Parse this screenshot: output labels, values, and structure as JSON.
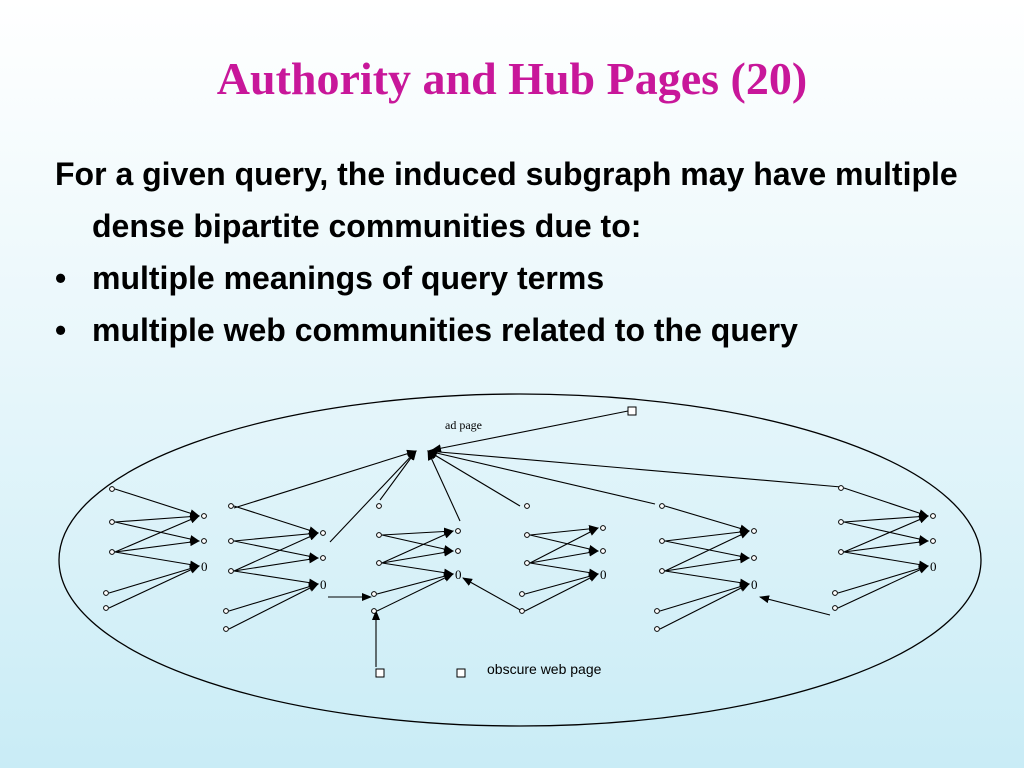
{
  "slide": {
    "title": "Authority and Hub Pages (20)",
    "intro": "For a given query, the induced subgraph may have multiple dense bipartite communities due to:",
    "bullets": [
      {
        "marker": "•",
        "text": "multiple meanings of query terms"
      },
      {
        "marker": "•",
        "text": "multiple web communities related to the query"
      }
    ]
  },
  "diagram": {
    "ad_page_label": "ad page",
    "obscure_page_label": "obscure web page",
    "authority_marker": "0"
  }
}
